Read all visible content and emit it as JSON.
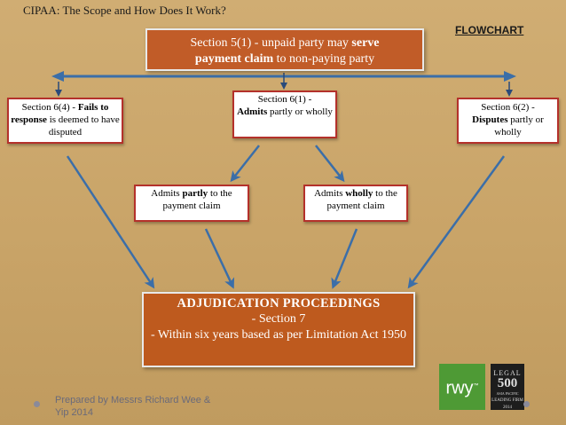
{
  "header": {
    "title": "CIPAA: The Scope and How Does It Work?",
    "flowchart_label": "FLOWCHART"
  },
  "boxes": {
    "top": {
      "pre": "Section 5(1)  - unpaid party may ",
      "bold1": "serve",
      "bold2": "payment claim",
      "post": " to non-paying party"
    },
    "left": {
      "pre": "Section 6(4) - ",
      "bold1": "Fails to",
      "bold2": "response",
      "post": " is deemed to have disputed"
    },
    "middle": {
      "pre": "Section 6(1) - ",
      "bold": "Admits",
      "post": " partly or wholly"
    },
    "right": {
      "pre": "Section 6(2) - ",
      "bold": "Disputes",
      "post": " partly or wholly"
    },
    "partly": {
      "pre": "Admits ",
      "bold": "partly",
      "post": " to the payment claim"
    },
    "wholly": {
      "pre": "Admits ",
      "bold": "wholly",
      "post": " to the payment claim"
    },
    "adjudication": {
      "heading": "ADJUDICATION PROCEEDINGS",
      "line1": "- Section 7",
      "line2": "- Within six years based as per Limitation Act 1950"
    }
  },
  "footer": {
    "text": "Prepared by Messrs Richard Wee & Yip 2014"
  },
  "logos": {
    "rwy": "rwy",
    "legal500_top": "LEGAL",
    "legal500_num": "500",
    "legal500_sub": "ASIA PACIFIC",
    "legal500_firm": "LEADING FIRM",
    "legal500_year": "2014"
  },
  "colors": {
    "background": "#c9a468",
    "orange_box": "#c35a22",
    "box_border": "#b4312b",
    "arrow_blue": "#3b6ea8",
    "rwy_green": "#4e9a35"
  }
}
